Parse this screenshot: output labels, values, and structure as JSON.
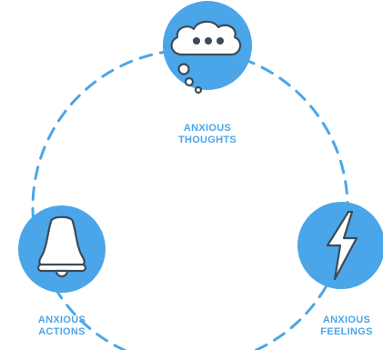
{
  "diagram": {
    "nodes": [
      {
        "id": "thoughts",
        "icon": "thought-bubble-icon",
        "label_line1": "ANXIOUS",
        "label_line2": "THOUGHTS"
      },
      {
        "id": "actions",
        "icon": "bell-icon",
        "label_line1": "ANXIOUS",
        "label_line2": "ACTIONS"
      },
      {
        "id": "feelings",
        "icon": "lightning-bolt-icon",
        "label_line1": "ANXIOUS",
        "label_line2": "FEELINGS"
      }
    ],
    "connector": "dashed-cycle"
  },
  "colors": {
    "accent": "#4aa6e8",
    "outline": "#3d4a57",
    "fill": "#ffffff"
  }
}
